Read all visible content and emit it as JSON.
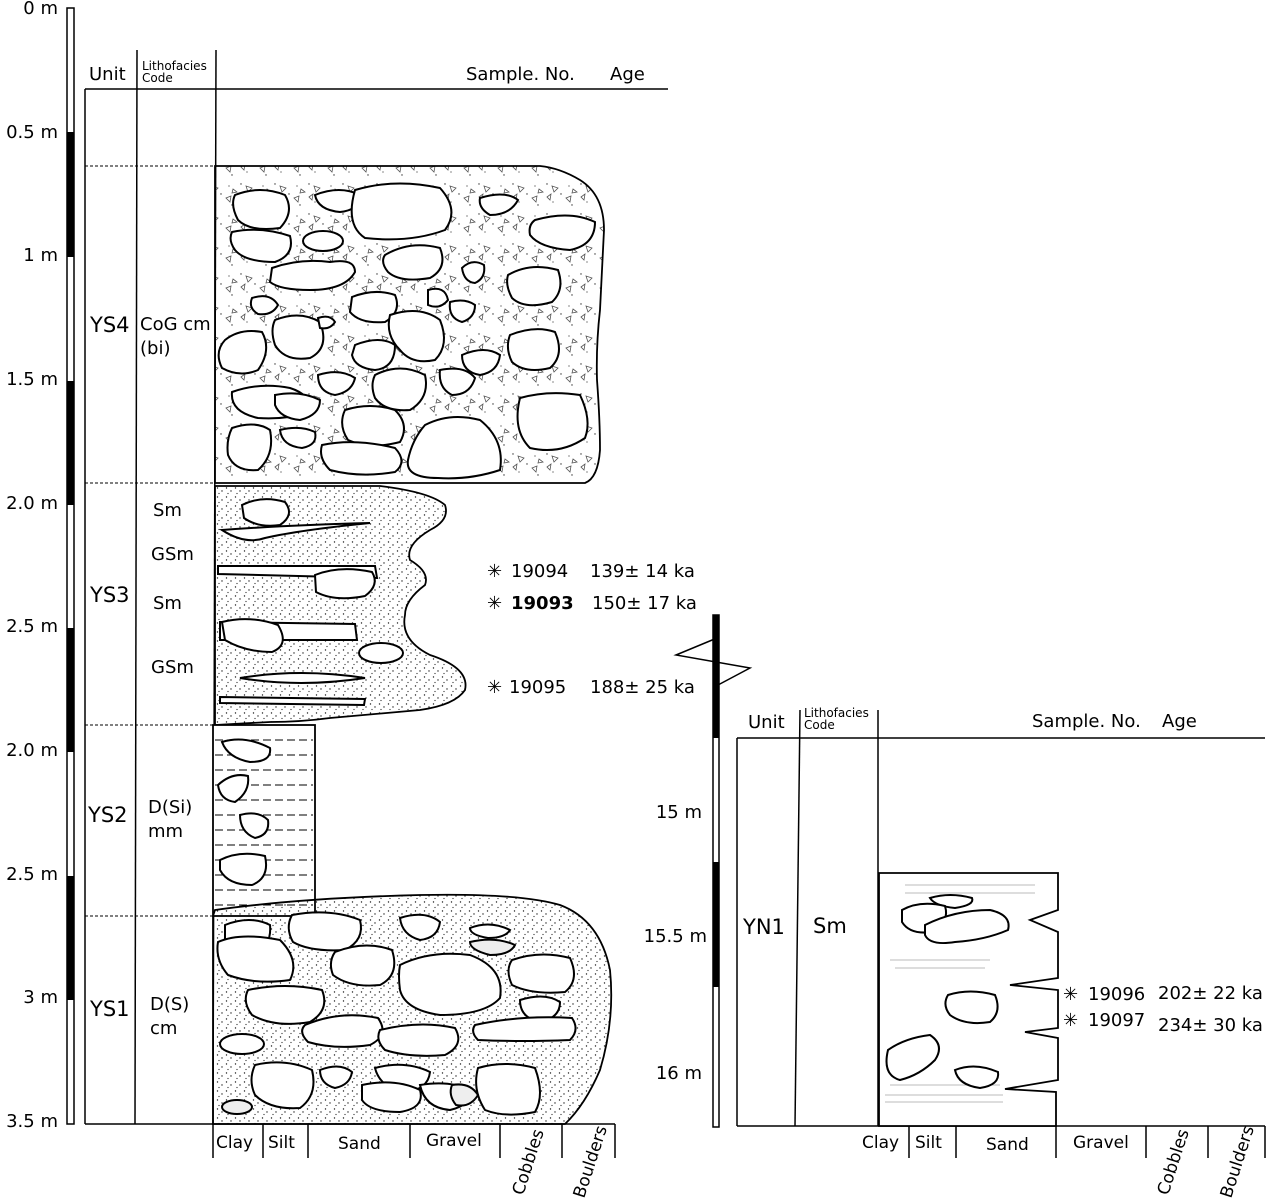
{
  "section_left": {
    "scale_ticks": [
      {
        "label": "0 m"
      },
      {
        "label": "0.5 m"
      },
      {
        "label": "1 m"
      },
      {
        "label": "1.5 m"
      },
      {
        "label": "2.0 m"
      },
      {
        "label": "2.5 m"
      },
      {
        "label": "2.0 m"
      },
      {
        "label": "2.5 m"
      },
      {
        "label": "3 m"
      },
      {
        "label": "3.5 m"
      }
    ],
    "header": {
      "unit": "Unit",
      "lithofacies_line1": "Lithofacies",
      "lithofacies_line2": "Code",
      "sample_no": "Sample. No.",
      "age": "Age"
    },
    "units": [
      {
        "name": "YS4",
        "code_line1": "CoG cm",
        "code_line2": "(bi)"
      },
      {
        "name": "YS3",
        "codes": [
          "Sm",
          "GSm",
          "Sm",
          "GSm"
        ]
      },
      {
        "name": "YS2",
        "code_line1": "D(Si)",
        "code_line2": "mm"
      },
      {
        "name": "YS1",
        "code_line1": "D(S)",
        "code_line2": "cm"
      }
    ],
    "samples": [
      {
        "symbol": "✳",
        "number": "19094",
        "age": "139± 14 ka",
        "bold": false
      },
      {
        "symbol": "✳",
        "number": "19093",
        "age": "150± 17 ka",
        "bold": true
      },
      {
        "symbol": "✳",
        "number": "19095",
        "age": "188± 25 ka",
        "bold": false
      }
    ],
    "grain_size": [
      "Clay",
      "Silt",
      "Sand",
      "Gravel",
      "Cobbles",
      "Boulders"
    ]
  },
  "section_right": {
    "scale_ticks": [
      {
        "label": "15 m"
      },
      {
        "label": "15.5 m"
      },
      {
        "label": "16 m"
      }
    ],
    "header": {
      "unit": "Unit",
      "lithofacies_line1": "Lithofacies",
      "lithofacies_line2": "Code",
      "sample_no": "Sample. No.",
      "age": "Age"
    },
    "units": [
      {
        "name": "YN1",
        "code": "Sm"
      }
    ],
    "samples": [
      {
        "symbol": "✳",
        "number": "19096",
        "age": "202±  22 ka"
      },
      {
        "symbol": "✳",
        "number": "19097",
        "age": "234±  30 ka"
      }
    ],
    "grain_size": [
      "Clay",
      "Silt",
      "Sand",
      "Gravel",
      "Cobbles",
      "Boulders"
    ]
  }
}
